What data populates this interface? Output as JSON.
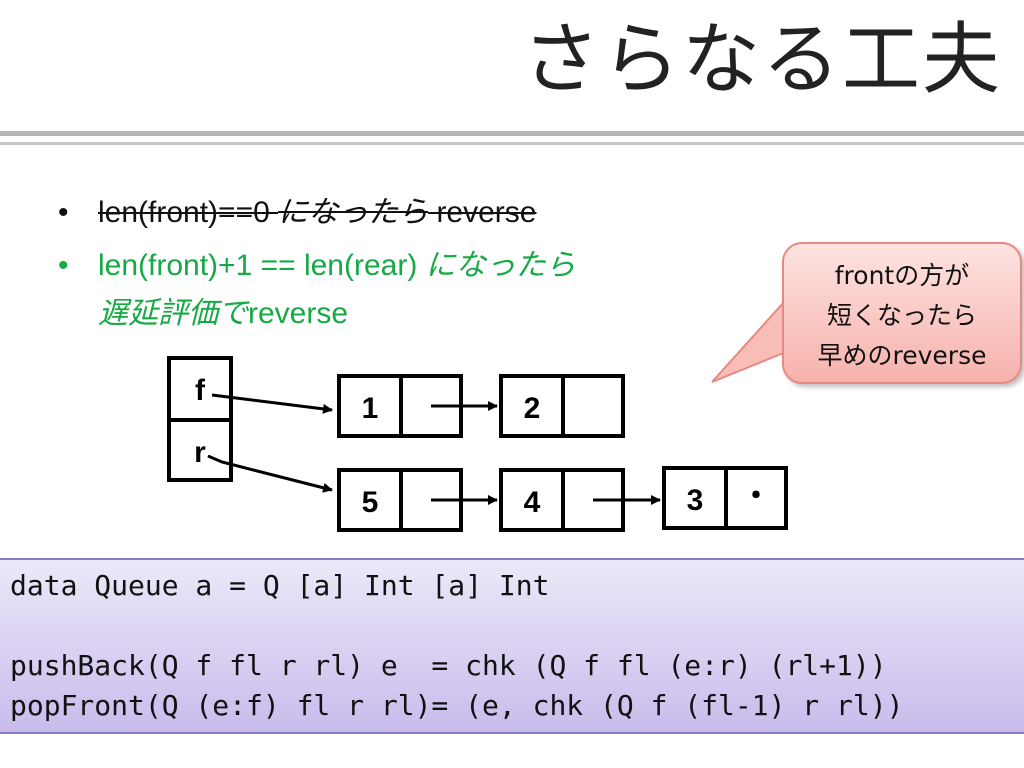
{
  "title": "さらなる工夫",
  "bullets": {
    "struck": {
      "marker": "•",
      "text_a": "len(front)==0 ",
      "text_jp": "になったら",
      "text_b": " reverse"
    },
    "active": {
      "marker": "•",
      "text_a": "len(front)+1 == len(rear) ",
      "text_jp": "になったら",
      "text_jp2": "遅延評価で",
      "text_b": "reverse"
    }
  },
  "callout": {
    "line1": "frontの方が",
    "line2": "短くなったら",
    "line3": "早めのreverse"
  },
  "diagram": {
    "pointers": [
      "f",
      "r"
    ],
    "front_nodes": [
      "1",
      "2"
    ],
    "rear_nodes": [
      "5",
      "4",
      "3"
    ],
    "terminal": "・"
  },
  "code": {
    "line1": "data Queue a = Q [a] Int [a] Int",
    "line2": "",
    "line3": "pushBack(Q f fl r rl) e  = chk (Q f fl (e:r) (rl+1))",
    "line4": "popFront(Q (e:f) fl r rl)= (e, chk (Q f (fl-1) r rl))"
  },
  "colors": {
    "accent_green": "#17a945",
    "callout_fill": "#f7b2ac",
    "code_bg": "#c9bcec"
  }
}
